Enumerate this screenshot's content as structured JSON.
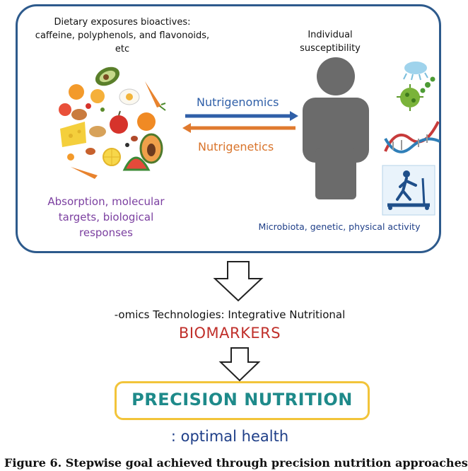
{
  "diet_text": "Dietary exposures bioactives: caffeine, polyphenols, and flavonoids, etc",
  "susceptibility_text": "Individual susceptibility",
  "nutrigenomics_label": "Nutrigenomics",
  "nutrigenetics_label": "Nutrigenetics",
  "absorption_text": "Absorption, molecular targets, biological responses",
  "factors_text": "Microbiota, genetic, physical activity",
  "omics_text": "-omics Technologies: Integrative Nutritional",
  "biomarkers_text": "BIOMARKERS",
  "precision_text": "PRECISION NUTRITION",
  "optimal_text": ": optimal health",
  "caption_text": "Figure 6. Stepwise goal achieved through precision nutrition approaches",
  "colors": {
    "frame": "#2d5a8c",
    "nutrigenomics": "#2f5fa8",
    "nutrigenetics": "#d9742b",
    "absorption": "#7b3fa0",
    "biomarkers": "#c0302b",
    "precision": "#1e8a8a",
    "precision_border": "#f2c43a",
    "person": "#6b6b6b"
  }
}
